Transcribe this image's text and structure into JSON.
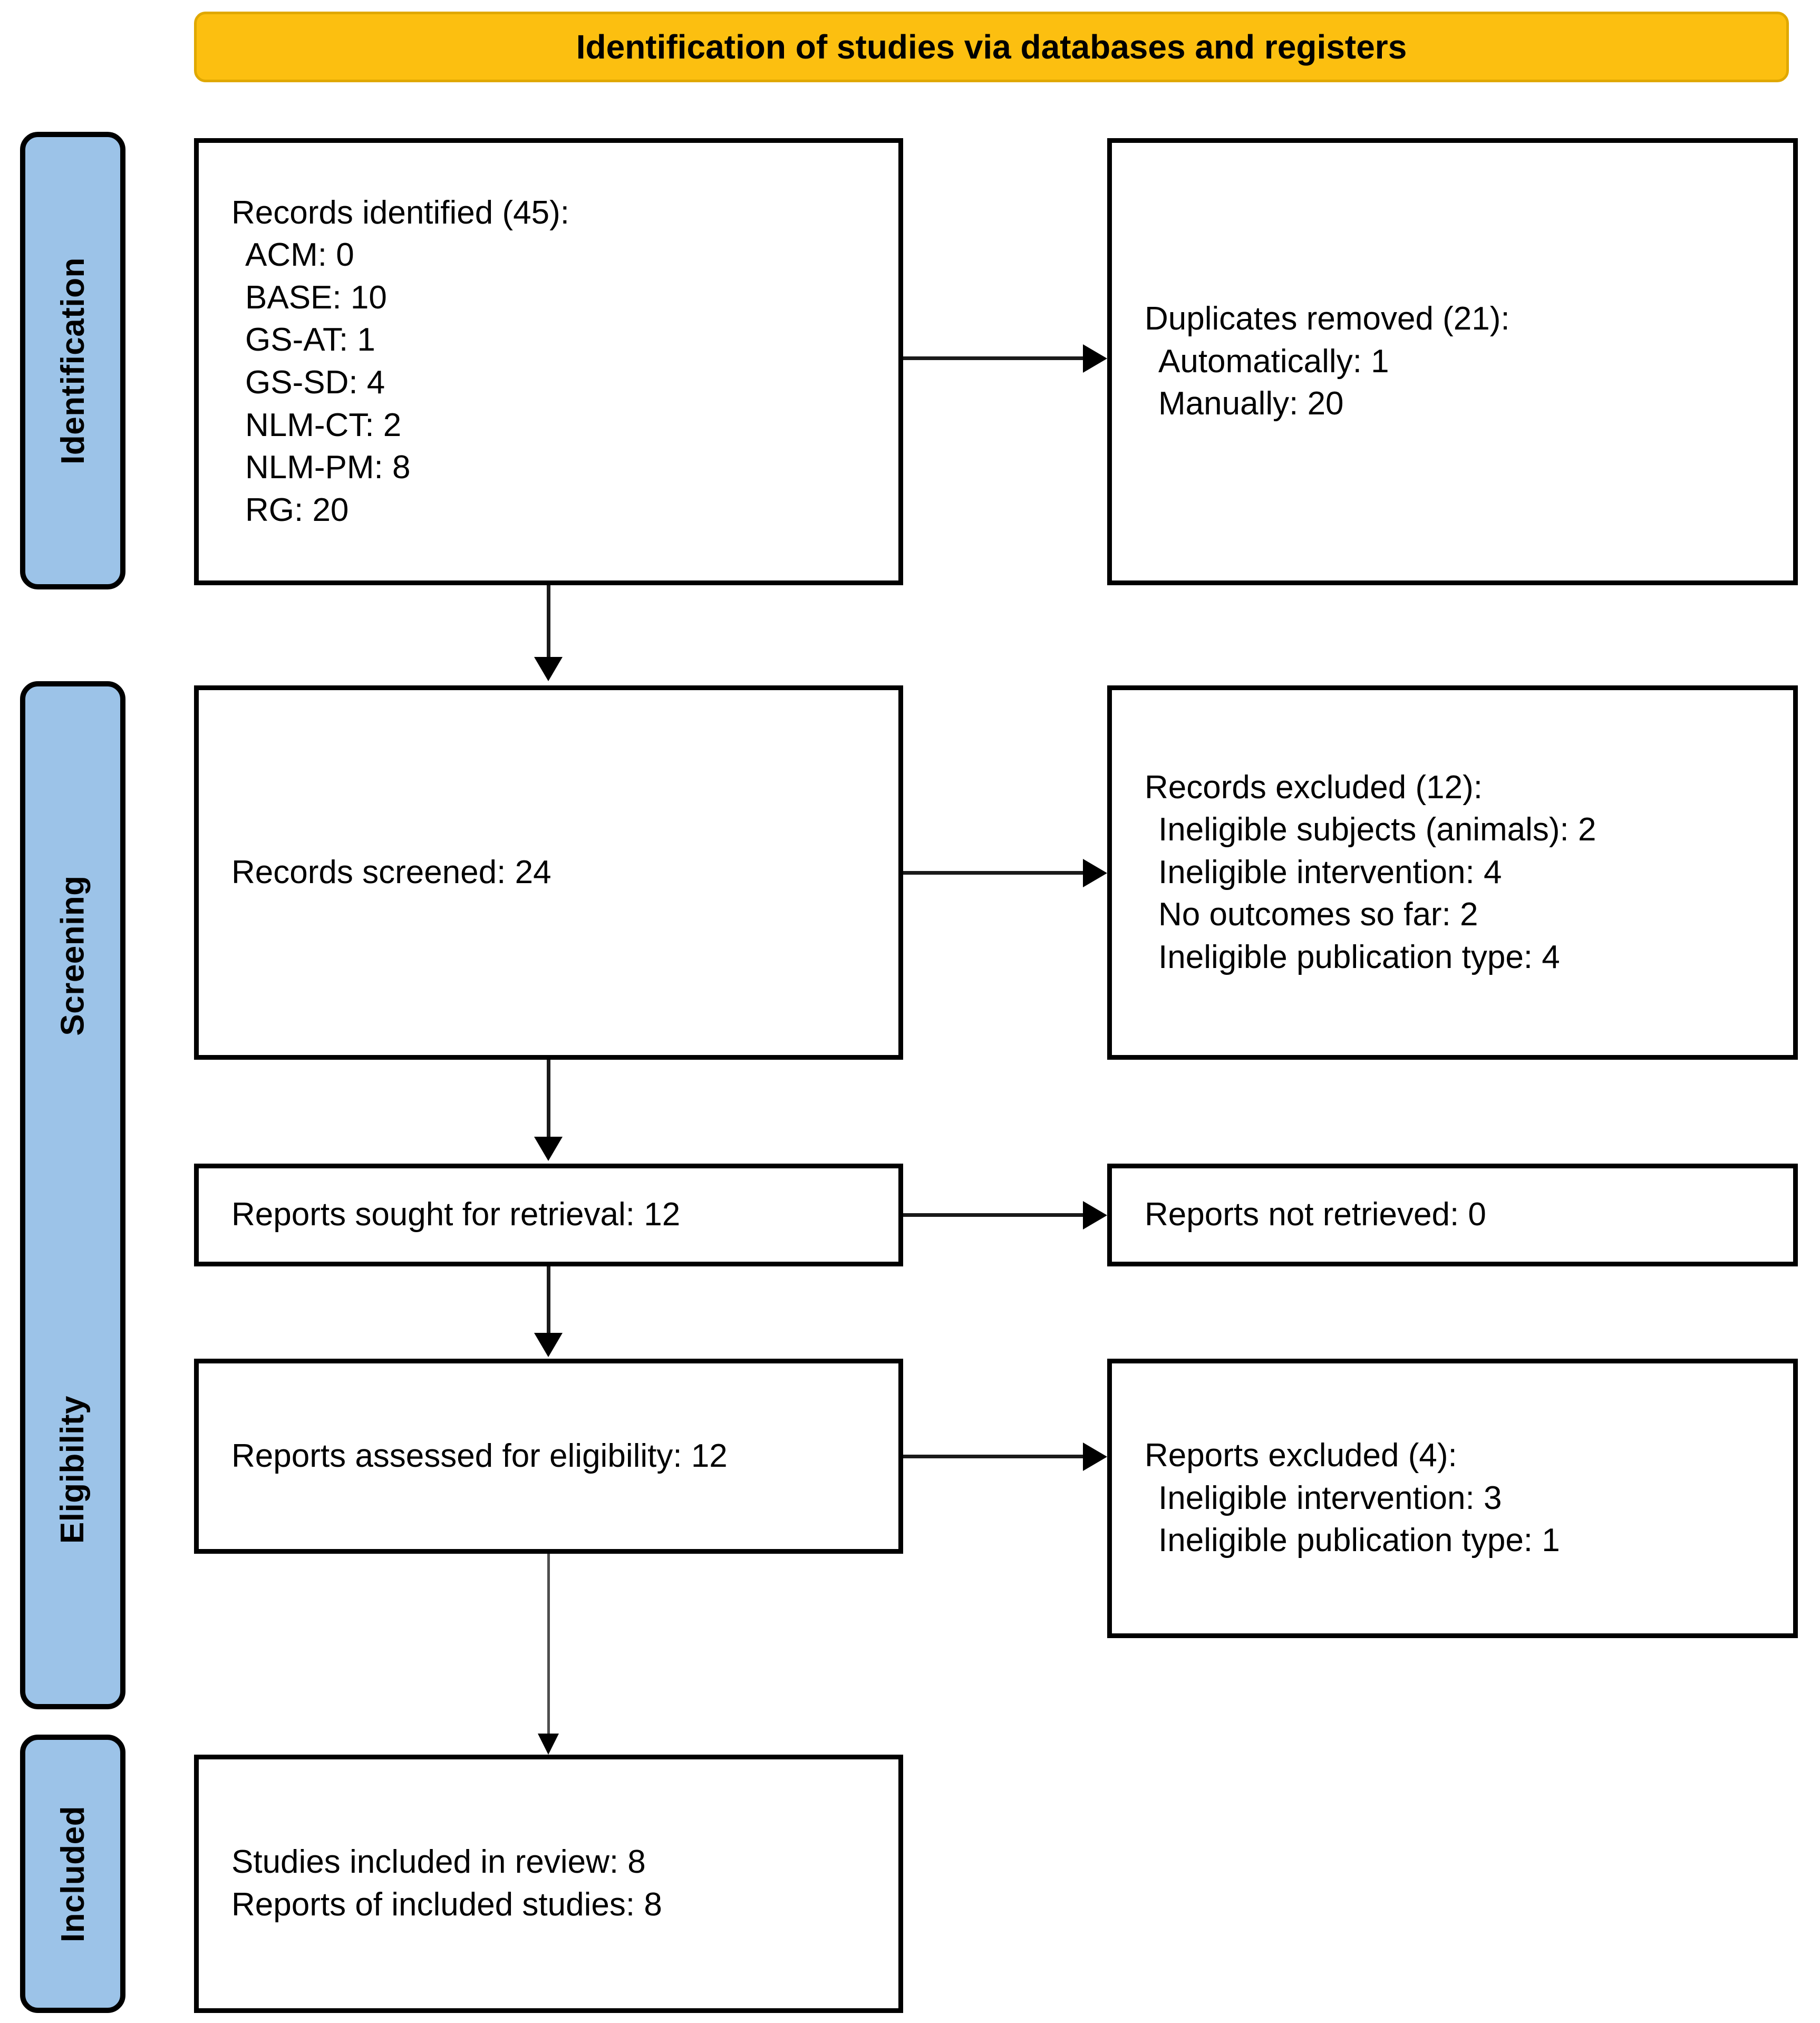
{
  "header": {
    "title": "Identification of studies via databases and registers",
    "background_color": "#FCBF10"
  },
  "phases": {
    "accent_color": "#9CC3E8",
    "identification": "Identification",
    "screening": "Screening",
    "eligibility": "Eligibility",
    "included": "Included"
  },
  "boxes": {
    "records_identified": {
      "heading": "Records identified (45):",
      "items": [
        "ACM: 0",
        "BASE: 10",
        "GS-AT: 1",
        "GS-SD: 4",
        "NLM-CT: 2",
        "NLM-PM: 8",
        "RG: 20"
      ]
    },
    "duplicates_removed": {
      "heading": "Duplicates removed (21):",
      "items": [
        "Automatically: 1",
        "Manually: 20"
      ]
    },
    "records_screened": {
      "heading": "Records screened: 24"
    },
    "records_excluded": {
      "heading": "Records excluded (12):",
      "items": [
        "Ineligible subjects (animals): 2",
        "Ineligible intervention: 4",
        "No outcomes so far: 2",
        "Ineligible publication type: 4"
      ]
    },
    "reports_sought": {
      "heading": "Reports sought for retrieval: 12"
    },
    "reports_not_retrieved": {
      "heading": "Reports not retrieved: 0"
    },
    "reports_assessed": {
      "heading": "Reports assessed for eligibility: 12"
    },
    "reports_excluded": {
      "heading": "Reports excluded (4):",
      "items": [
        "Ineligible intervention: 3",
        "Ineligible publication type: 1"
      ]
    },
    "studies_included": {
      "line1": "Studies included in review: 8",
      "line2": "Reports of included studies: 8"
    }
  },
  "chart_data": {
    "type": "diagram",
    "title": "Identification of studies via databases and registers",
    "flow": [
      {
        "stage": "Identification",
        "node": "Records identified",
        "value": 45,
        "breakdown": {
          "ACM": 0,
          "BASE": 10,
          "GS-AT": 1,
          "GS-SD": 4,
          "NLM-CT": 2,
          "NLM-PM": 8,
          "RG": 20
        }
      },
      {
        "stage": "Identification",
        "node": "Duplicates removed",
        "value": 21,
        "breakdown": {
          "Automatically": 1,
          "Manually": 20
        }
      },
      {
        "stage": "Screening",
        "node": "Records screened",
        "value": 24
      },
      {
        "stage": "Screening",
        "node": "Records excluded",
        "value": 12,
        "breakdown": {
          "Ineligible subjects (animals)": 2,
          "Ineligible intervention": 4,
          "No outcomes so far": 2,
          "Ineligible publication type": 4
        }
      },
      {
        "stage": "Eligibility",
        "node": "Reports sought for retrieval",
        "value": 12
      },
      {
        "stage": "Eligibility",
        "node": "Reports not retrieved",
        "value": 0
      },
      {
        "stage": "Eligibility",
        "node": "Reports assessed for eligibility",
        "value": 12
      },
      {
        "stage": "Eligibility",
        "node": "Reports excluded",
        "value": 4,
        "breakdown": {
          "Ineligible intervention": 3,
          "Ineligible publication type": 1
        }
      },
      {
        "stage": "Included",
        "node": "Studies included in review",
        "value": 8
      },
      {
        "stage": "Included",
        "node": "Reports of included studies",
        "value": 8
      }
    ]
  }
}
